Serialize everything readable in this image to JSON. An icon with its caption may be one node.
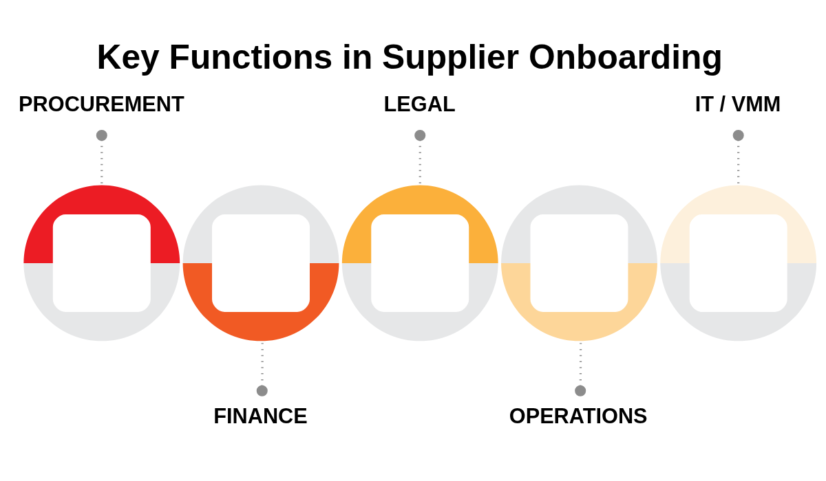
{
  "diagram": {
    "title": "Key Functions in Supplier Onboarding",
    "nodes": [
      {
        "text": [
          "PROCUREMENT"
        ]
      },
      {
        "text": [
          "LEGAL"
        ]
      },
      {
        "text": [
          "IT / VMM"
        ]
      },
      {
        "text": [],
        "shape": "circle"
      },
      {
        "text": [],
        "shape": "circle"
      },
      {
        "text": [],
        "shape": "circle"
      },
      {
        "text": [],
        "shape": "circle"
      },
      {
        "text": [],
        "shape": "circle"
      },
      {
        "text": [
          "FINANCE"
        ]
      },
      {
        "text": [
          "OPERATIONS"
        ]
      }
    ],
    "edges": [
      {
        "from": 0,
        "to": 3,
        "arrow": "other"
      },
      {
        "from": 8,
        "to": 4,
        "arrow": "other"
      },
      {
        "from": 1,
        "to": 5,
        "arrow": "other"
      },
      {
        "from": 9,
        "to": 6,
        "arrow": "other"
      },
      {
        "from": 2,
        "to": 7,
        "arrow": "other"
      }
    ]
  }
}
